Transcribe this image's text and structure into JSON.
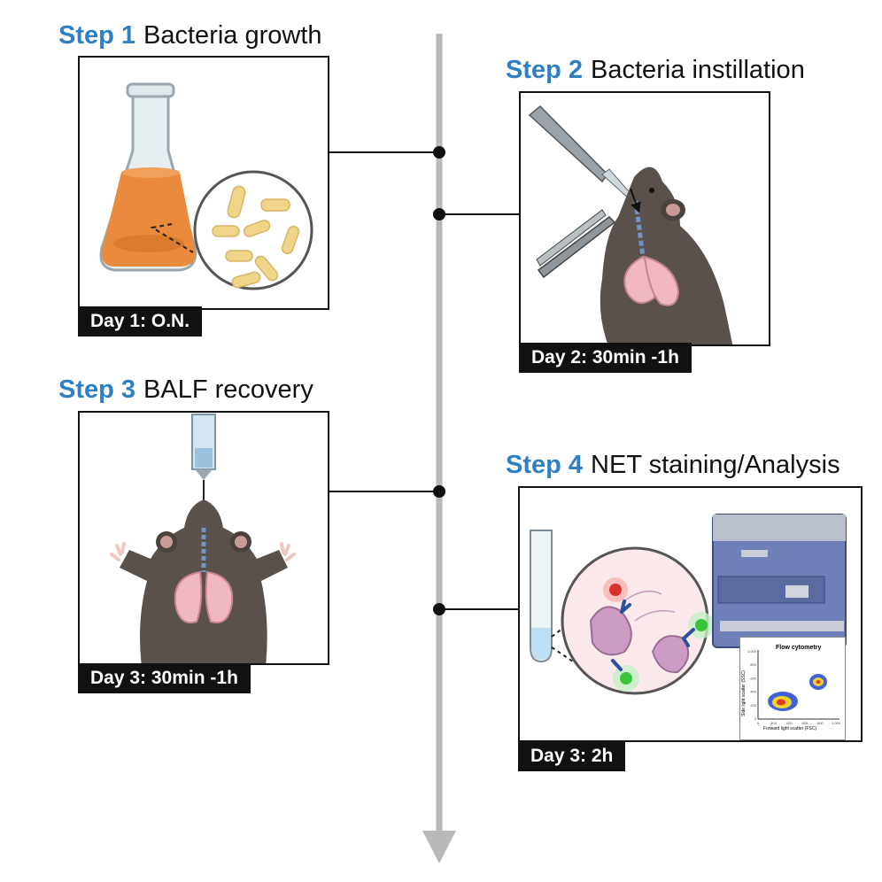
{
  "steps": [
    {
      "step": "Step 1",
      "title": "Bacteria growth",
      "day": "Day 1: O.N."
    },
    {
      "step": "Step 2",
      "title": "Bacteria instillation",
      "day": "Day 2: 30min -1h"
    },
    {
      "step": "Step 3",
      "title": "BALF recovery",
      "day": "Day 3: 30min -1h"
    },
    {
      "step": "Step 4",
      "title": "NET staining/Analysis",
      "day": "Day 3: 2h"
    }
  ],
  "flow_plot": {
    "title": "Flow cytometry",
    "xlabel": "Forward light scatter (FSC)",
    "ylabel": "Side light scatter (SSC)",
    "x_ticks": [
      "0",
      "200",
      "400",
      "600",
      "800",
      "1,000"
    ],
    "y_ticks": [
      "0",
      "200",
      "400",
      "600",
      "800",
      "1,000"
    ]
  },
  "colors": {
    "step_blue": "#2f7fc4",
    "timeline_gray": "#b9b9b9",
    "mouse_fur": "#5a514c",
    "lung_pink": "#f2b8c2",
    "culture_orange": "#e98a3c",
    "bacteria_yellow": "#f0d48a"
  }
}
